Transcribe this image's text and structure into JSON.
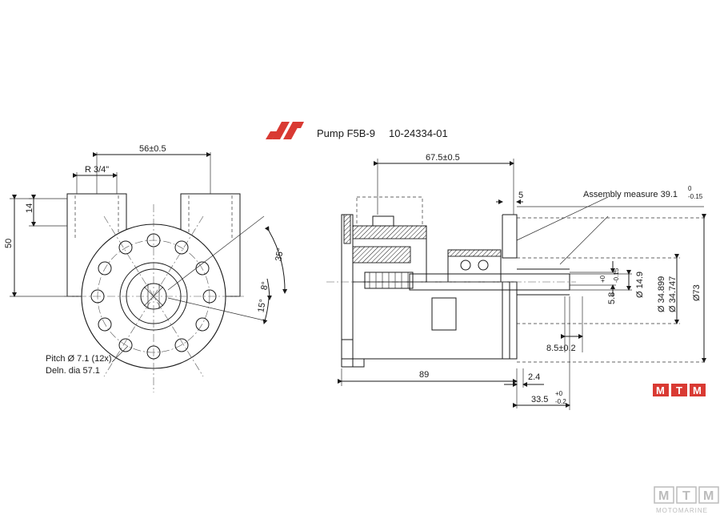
{
  "title": {
    "model": "Pump F5B-9",
    "part_number": "10-24334-01"
  },
  "left_view": {
    "dim_port_spacing": "56±0.5",
    "dim_thread": "R 3/4\"",
    "dim_height_14": "14",
    "dim_height_50": "50",
    "angle_35": "35°",
    "angle_8": "8°",
    "angle_15": "15°",
    "pitch_note": "Pitch Ø 7.1 (12x)",
    "deln_note": "Deln. dia 57.1"
  },
  "right_view": {
    "dim_length_67_5": "67.5±0.5",
    "dim_5": "5",
    "assembly_measure": "Assembly measure 39.1",
    "assembly_tol_upper": "0",
    "assembly_tol_lower": "-0.15",
    "dim_5_8": "5.8",
    "dim_5_8_tol_upper": "+0",
    "dim_5_8_tol_lower": "-0.15",
    "dim_shaft_dia": "Ø 14.9",
    "dim_bore_max": "Ø 34.899",
    "dim_bore_min": "Ø 34.747",
    "dim_outer_dia": "Ø73",
    "dim_8_5": "8.5±0.2",
    "dim_89": "89",
    "dim_2_4": "2.4",
    "dim_33_5": "33.5",
    "dim_33_5_tol_upper": "+0",
    "dim_33_5_tol_lower": "-0.2"
  },
  "badge": {
    "letters": [
      "M",
      "T",
      "M"
    ],
    "color": "#d93a33"
  },
  "watermark": {
    "letters": [
      "M",
      "T",
      "M"
    ],
    "subtitle": "MOTOMARINE"
  },
  "colors": {
    "logo_red": "#d93a33",
    "watermark_gray": "#bcbcbc"
  }
}
